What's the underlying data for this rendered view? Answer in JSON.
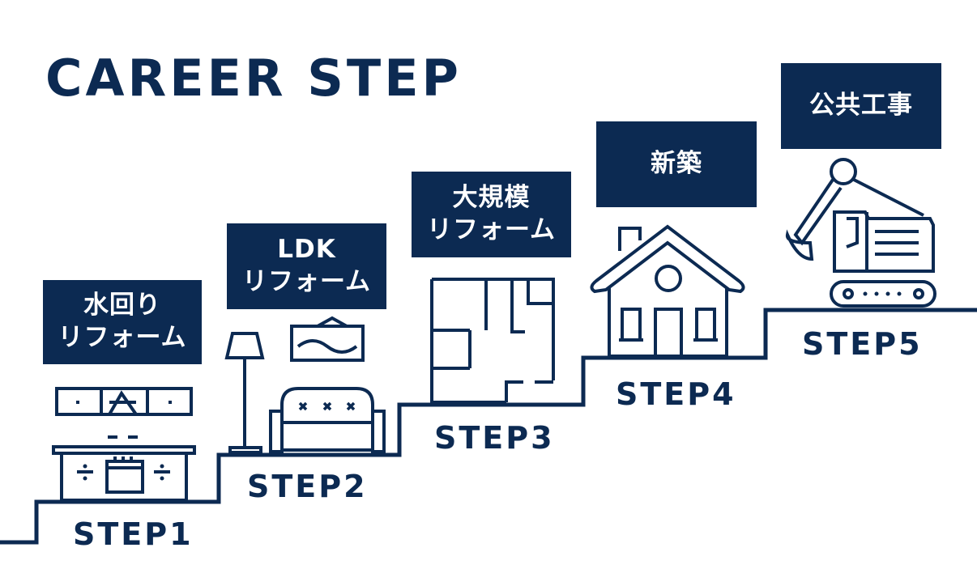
{
  "title": "CAREER STEP",
  "colors": {
    "navy": "#0c2a52",
    "background": "#ffffff"
  },
  "steps": [
    {
      "step": "STEP1",
      "label_lines": [
        "水回り",
        "リフォーム"
      ],
      "icon": "kitchen-icon"
    },
    {
      "step": "STEP2",
      "label_lines": [
        "LDK",
        "リフォーム"
      ],
      "icon": "living-room-icon"
    },
    {
      "step": "STEP3",
      "label_lines": [
        "大規模",
        "リフォーム"
      ],
      "icon": "floor-plan-icon"
    },
    {
      "step": "STEP4",
      "label_lines": [
        "新築"
      ],
      "icon": "house-icon"
    },
    {
      "step": "STEP5",
      "label_lines": [
        "公共工事"
      ],
      "icon": "excavator-icon"
    }
  ]
}
